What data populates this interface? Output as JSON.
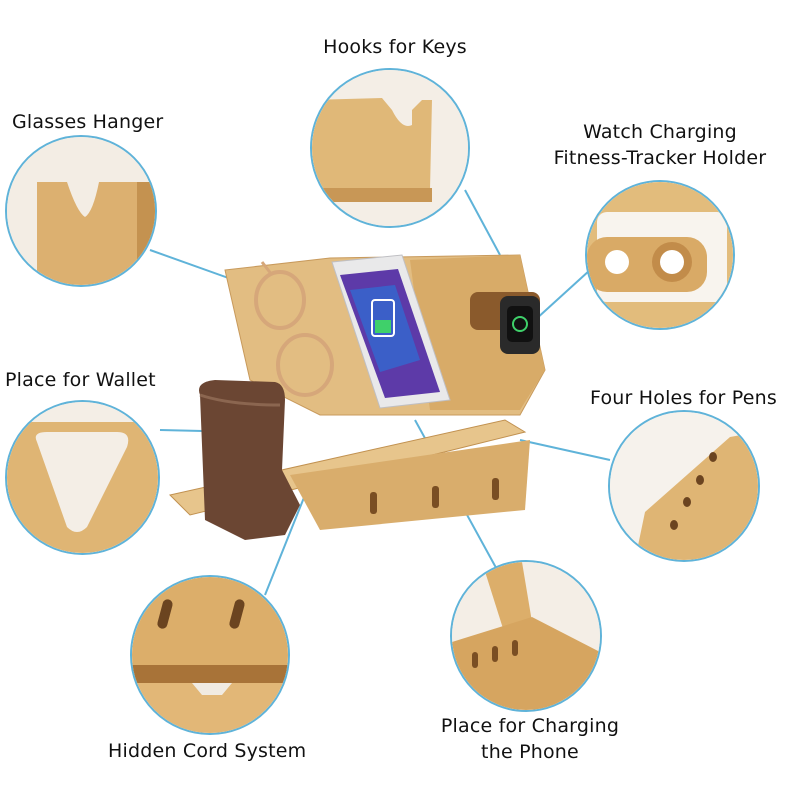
{
  "labels": {
    "hooks": "Hooks for Keys",
    "glasses": "Glasses Hanger",
    "watch_line1": "Watch Charging",
    "watch_line2": "Fitness-Tracker Holder",
    "wallet": "Place for Wallet",
    "pens": "Four Holes for Pens",
    "cord": "Hidden Cord System",
    "phone_line1": "Place for Charging",
    "phone_line2": "the Phone"
  },
  "colors": {
    "leader_line": "#5fb3d9",
    "wood_light": "#e7c58c",
    "wood_mid": "#d8ab68",
    "wood_dark": "#b9864a",
    "wallet": "#6b4633"
  }
}
